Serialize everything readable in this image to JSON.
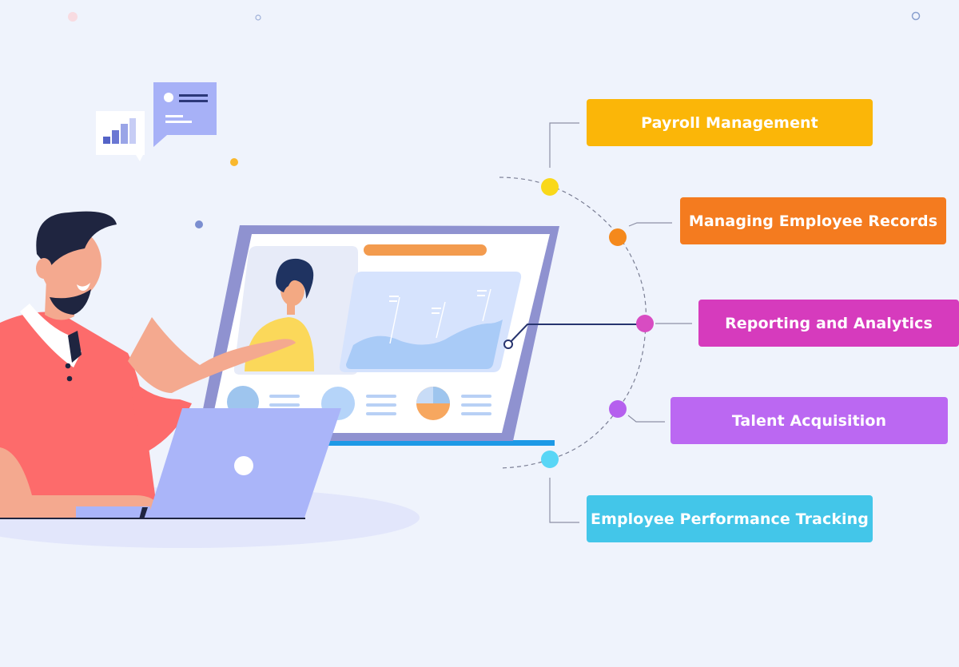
{
  "features": [
    {
      "label": "Payroll Management",
      "color": "#fbb608"
    },
    {
      "label": "Managing Employee Records",
      "color": "#f47b1f"
    },
    {
      "label": "Reporting and Analytics",
      "color": "#d63bbd"
    },
    {
      "label": "Talent Acquisition",
      "color": "#bb68f2"
    },
    {
      "label": "Employee Performance Tracking",
      "color": "#43c6e9"
    }
  ],
  "colors": {
    "background": "#eff3fc",
    "laptop": "#aab5f9",
    "dashboard_frame": "#8f92d0",
    "person_shirt": "#fd6b6b"
  },
  "icons": [
    "bar-chart-icon",
    "chat-bubble-icon",
    "person-avatar-icon",
    "area-chart-icon",
    "pie-chart-icon"
  ]
}
